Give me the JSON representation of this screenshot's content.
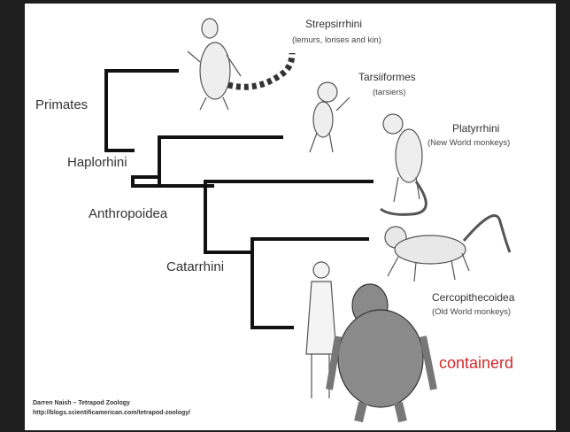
{
  "clades": {
    "primates": "Primates",
    "haplorhini": "Haplorhini",
    "anthropoidea": "Anthropoidea",
    "catarrhini": "Catarrhini"
  },
  "taxa": {
    "strepsirrhini": {
      "name": "Strepsirrhini",
      "common": "(lemurs, lorises and kin)"
    },
    "tarsiiformes": {
      "name": "Tarsiiformes",
      "common": "(tarsiers)"
    },
    "platyrrhini": {
      "name": "Platyrrhini",
      "common": "(New World monkeys)"
    },
    "cercopithecoidea": {
      "name": "Cercopithecoidea",
      "common": "(Old World monkeys)"
    }
  },
  "annotation": {
    "text": "containerd",
    "color": "#d42a2a"
  },
  "credit": {
    "author": "Darren Naish – Tetrapod Zoology",
    "url": "http://blogs.scientificamerican.com/tetrapod-zoology/"
  },
  "icons": [
    "lemur-illustration",
    "tarsier-illustration",
    "new-world-monkey-illustration",
    "old-world-monkey-illustration",
    "gorilla-illustration",
    "human-illustration"
  ]
}
